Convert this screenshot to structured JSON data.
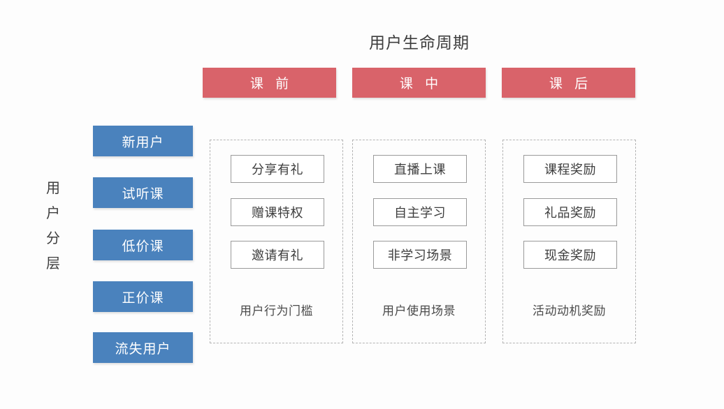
{
  "diagram": {
    "title": "用户生命周期",
    "axis_label_vertical": "用户分层",
    "axis_label_chars": [
      "用",
      "户",
      "分",
      "层"
    ],
    "colors": {
      "phase_header_red": "#d9636a",
      "segment_button_blue": "#4a82bd",
      "item_box_border": "#9a9a9a",
      "column_dashed_border": "#b4b4b4",
      "background": "#fdfdfd",
      "text_dark": "#3d3d3d"
    },
    "segments": [
      {
        "label": "新用户"
      },
      {
        "label": "试听课"
      },
      {
        "label": "低价课"
      },
      {
        "label": "正价课"
      },
      {
        "label": "流失用户"
      }
    ],
    "phases": [
      {
        "header": "课 前",
        "header_plain": "课前",
        "items": [
          "分享有礼",
          "赠课特权",
          "邀请有礼"
        ],
        "footer": "用户行为门槛"
      },
      {
        "header": "课 中",
        "header_plain": "课中",
        "items": [
          "直播上课",
          "自主学习",
          "非学习场景"
        ],
        "footer": "用户使用场景"
      },
      {
        "header": "课 后",
        "header_plain": "课后",
        "items": [
          "课程奖励",
          "礼品奖励",
          "现金奖励"
        ],
        "footer": "活动动机奖励"
      }
    ]
  }
}
